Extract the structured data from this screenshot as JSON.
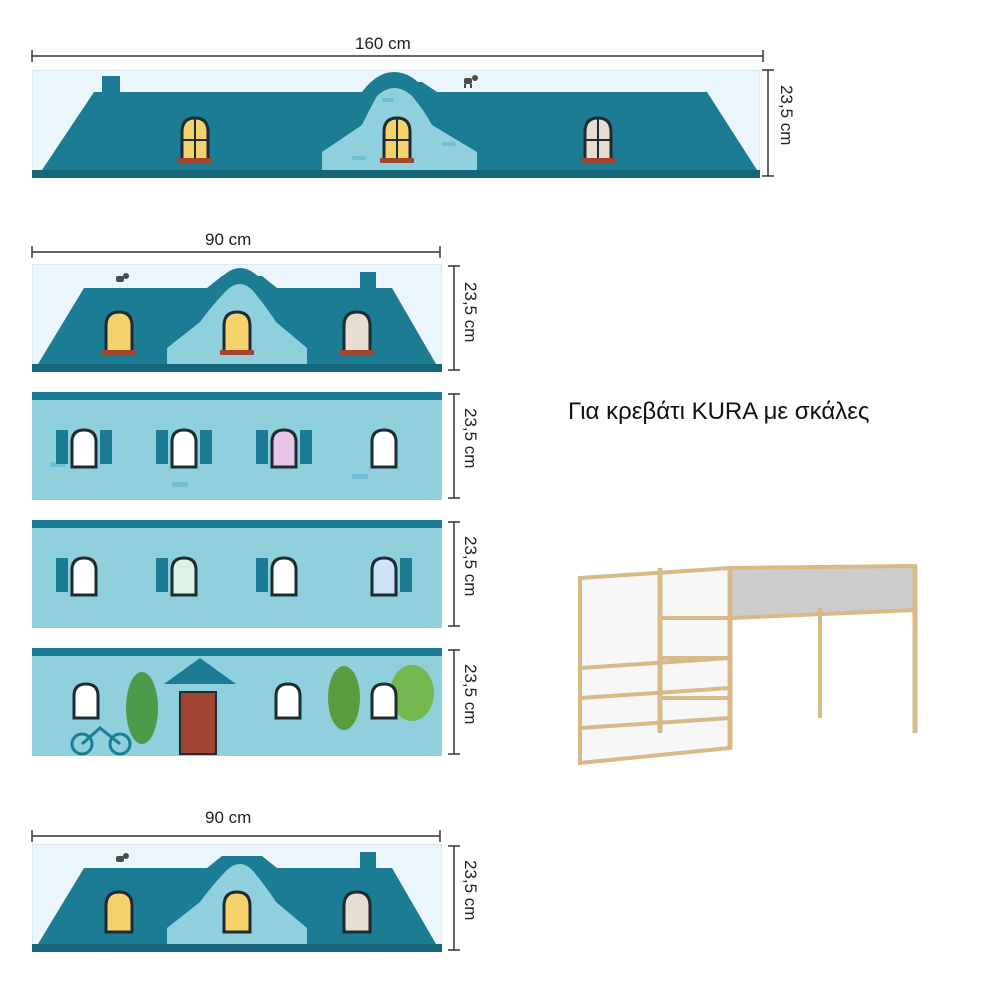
{
  "panels": [
    {
      "id": "p160",
      "width_label": "160 cm",
      "height_label": "23,5 cm",
      "kind": "roof",
      "variant": "wide"
    },
    {
      "id": "p90a",
      "width_label": "90 cm",
      "height_label": "23,5 cm",
      "kind": "roof",
      "variant": "narrow"
    },
    {
      "id": "p90b",
      "width_label": "",
      "height_label": "23,5 cm",
      "kind": "wall",
      "variant": "windows-a"
    },
    {
      "id": "p90c",
      "width_label": "",
      "height_label": "23,5 cm",
      "kind": "wall",
      "variant": "windows-b"
    },
    {
      "id": "p90d",
      "width_label": "",
      "height_label": "23,5 cm",
      "kind": "wall",
      "variant": "door-trees"
    },
    {
      "id": "p90e",
      "width_label": "90 cm",
      "height_label": "23,5 cm",
      "kind": "roof",
      "variant": "narrow"
    }
  ],
  "caption": "Για κρεβάτι KURA με σκάλες",
  "colors": {
    "roof": "#1b7c93",
    "roof_dark": "#156678",
    "wall": "#8fd0dc",
    "wall_light": "#b7e3ea",
    "sky": "#eaf6fb",
    "window_frame": "#1d2b33",
    "window_warm": "#f5d26b",
    "window_plain": "#ffffff",
    "shutter": "#1b7c93",
    "planter": "#a0452f",
    "wood": "#d8b98a"
  },
  "icons": [
    "cat-icon",
    "chimney-icon",
    "bicycle-icon",
    "tree-icon",
    "door-icon",
    "bed-icon"
  ]
}
